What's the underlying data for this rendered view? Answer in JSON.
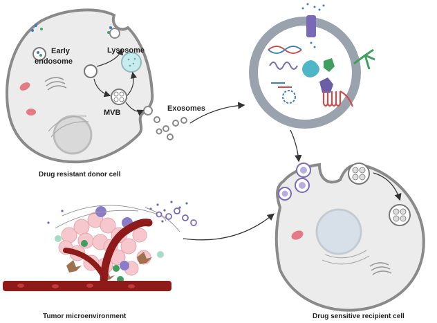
{
  "labels": {
    "early_endosome_line1": "Early",
    "early_endosome_line2": "endosome",
    "lysosome": "Lysosome",
    "mvb": "MVB",
    "exosomes": "Exosomes",
    "donor_cell": "Drug resistant donor cell",
    "tumor_microenvironment": "Tumor microenvironment",
    "recipient_cell": "Drug sensitive recipient cell"
  },
  "colors": {
    "cell_fill": "#eeeeee",
    "cell_stroke": "#8a8a8a",
    "vessel": "#8e1a1a",
    "organelle_pink": "#e47a86",
    "nucleus": "#d7dce2",
    "arrow": "#333333"
  }
}
